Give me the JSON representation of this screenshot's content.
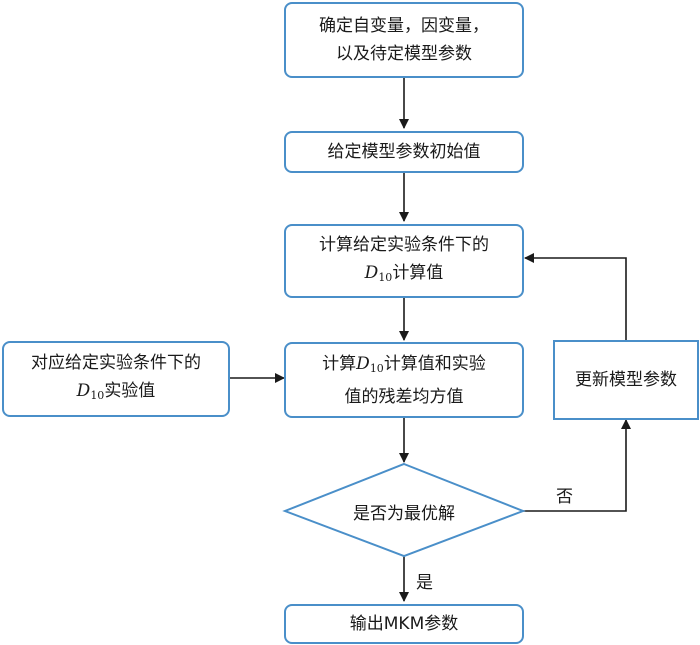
{
  "nodes": {
    "define_vars": {
      "line1": "确定自变量，因变量，",
      "line2": "以及待定模型参数"
    },
    "init_params": {
      "text": "给定模型参数初始值"
    },
    "compute_d10": {
      "line1": "计算给定实验条件下的",
      "symbol": "D",
      "subscript": "10",
      "suffix": "计算值"
    },
    "exp_values": {
      "line1": "对应给定实验条件下的",
      "symbol": "D",
      "subscript": "10",
      "suffix": "实验值"
    },
    "residual": {
      "prefix": "计算",
      "symbol": "D",
      "subscript": "10",
      "suffix": "计算值和实验",
      "line2": "值的残差均方值"
    },
    "update_params": {
      "text": "更新模型参数"
    },
    "decision": {
      "text": "是否为最优解"
    },
    "output": {
      "text": "输出MKM参数"
    }
  },
  "edges": {
    "yes_label": "是",
    "no_label": "否"
  }
}
